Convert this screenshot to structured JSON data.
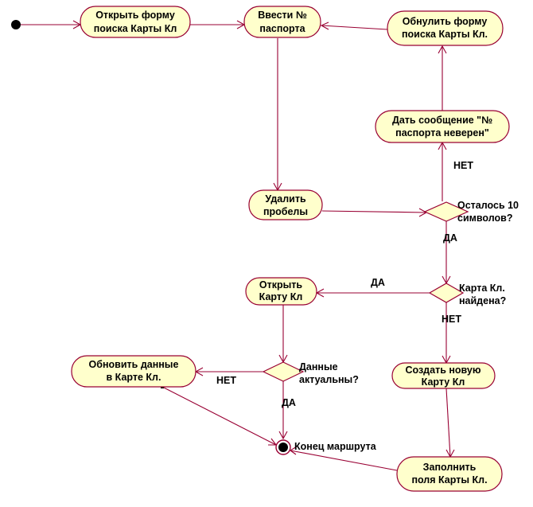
{
  "activities": {
    "open_search_form": [
      "Открыть форму",
      "поиска Карты Кл"
    ],
    "enter_passport": [
      "Ввести №",
      "паспорта"
    ],
    "reset_search_form": [
      "Обнулить форму",
      "поиска Карты Кл."
    ],
    "passport_invalid_message": [
      "Дать сообщение \"№",
      "паспорта неверен\""
    ],
    "remove_spaces": [
      "Удалить",
      "пробелы"
    ],
    "open_card": [
      "Открыть",
      "Карту  Кл"
    ],
    "update_card_data": [
      "Обновить данные",
      "в Карте Кл."
    ],
    "create_new_card": [
      "Создать новую",
      "Карту Кл"
    ],
    "fill_card_fields": [
      "Заполнить",
      "поля Карты Кл."
    ]
  },
  "decisions": {
    "ten_chars_left": [
      "Осталось 10",
      "символов?"
    ],
    "card_found": [
      "Карта  Кл.",
      "найдена?"
    ],
    "data_current": [
      "Данные",
      "актуальны?"
    ]
  },
  "guards": {
    "yes": "ДА",
    "no": "НЕТ"
  },
  "end_label": "Конец маршрута"
}
